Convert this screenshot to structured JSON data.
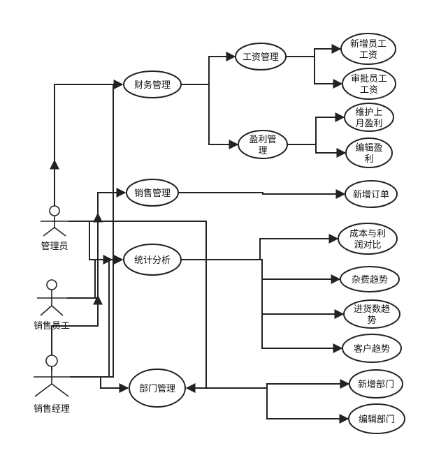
{
  "actors": [
    {
      "id": "admin",
      "label": "管理员"
    },
    {
      "id": "sales_staff",
      "label": "销售员工"
    },
    {
      "id": "sales_manager",
      "label": "销售经理"
    }
  ],
  "nodes": [
    {
      "id": "finance",
      "lines": [
        "财务管理"
      ]
    },
    {
      "id": "salary",
      "lines": [
        "工资管理"
      ]
    },
    {
      "id": "add_salary",
      "lines": [
        "新增员工",
        "工资"
      ]
    },
    {
      "id": "approve_salary",
      "lines": [
        "审批员工",
        "工资"
      ]
    },
    {
      "id": "profit",
      "lines": [
        "盈利管",
        "理"
      ]
    },
    {
      "id": "maintain_profit",
      "lines": [
        "维护上",
        "月盈利"
      ]
    },
    {
      "id": "edit_profit",
      "lines": [
        "编辑盈",
        "利"
      ]
    },
    {
      "id": "sales",
      "lines": [
        "销售管理"
      ]
    },
    {
      "id": "add_order",
      "lines": [
        "新增订单"
      ]
    },
    {
      "id": "stats",
      "lines": [
        "统计分析"
      ]
    },
    {
      "id": "cost_profit",
      "lines": [
        "成本与利",
        "润对比"
      ]
    },
    {
      "id": "misc_trend",
      "lines": [
        "杂费趋势"
      ]
    },
    {
      "id": "purchase_trend",
      "lines": [
        "进货数趋",
        "势"
      ]
    },
    {
      "id": "customer_trend",
      "lines": [
        "客户趋势"
      ]
    },
    {
      "id": "dept",
      "lines": [
        "部门管理"
      ]
    },
    {
      "id": "add_dept",
      "lines": [
        "新增部门"
      ]
    },
    {
      "id": "edit_dept",
      "lines": [
        "编辑部门"
      ]
    }
  ]
}
